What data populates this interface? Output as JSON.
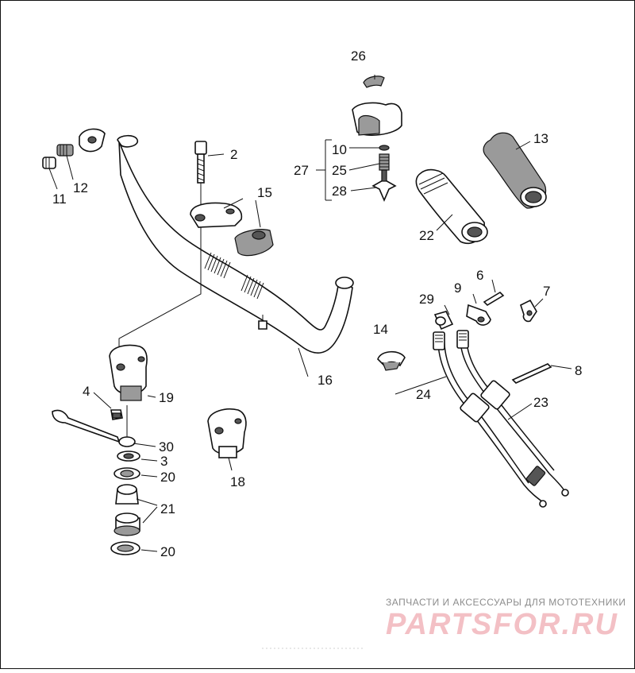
{
  "callouts": [
    "26",
    "2",
    "15",
    "10",
    "25",
    "27",
    "28",
    "13",
    "22",
    "11",
    "12",
    "16",
    "14",
    "29",
    "9",
    "6",
    "7",
    "8",
    "24",
    "23",
    "4",
    "19",
    "30",
    "3",
    "20",
    "21",
    "18",
    "20"
  ],
  "watermark": {
    "caption": "ЗАПЧАСТИ И АКСЕССУАРЫ ДЛЯ МОТОТЕХНИКИ",
    "logo": "PARTSFOR.RU"
  },
  "colors": {
    "line": "#111111",
    "shade": "#9a9a9a",
    "watermark_logo": "#f3c0c5"
  }
}
